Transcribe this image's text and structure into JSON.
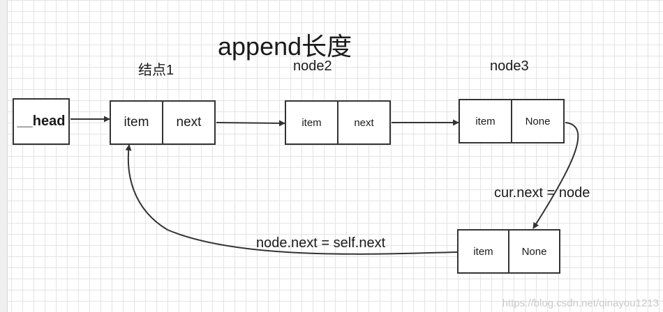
{
  "title": "append长度",
  "labels": {
    "node1": "结点1",
    "node2": "node2",
    "node3": "node3",
    "cur_next": "cur.next = node",
    "node_next": "node.next = self.next"
  },
  "head": "__head",
  "nodes": {
    "n1": {
      "item": "item",
      "next": "next"
    },
    "n2": {
      "item": "item",
      "next": "next"
    },
    "n3": {
      "item": "item",
      "next": "None"
    },
    "new": {
      "item": "item",
      "next": "None"
    }
  },
  "watermark": "https://blog.csdn.net/qinayou1213"
}
